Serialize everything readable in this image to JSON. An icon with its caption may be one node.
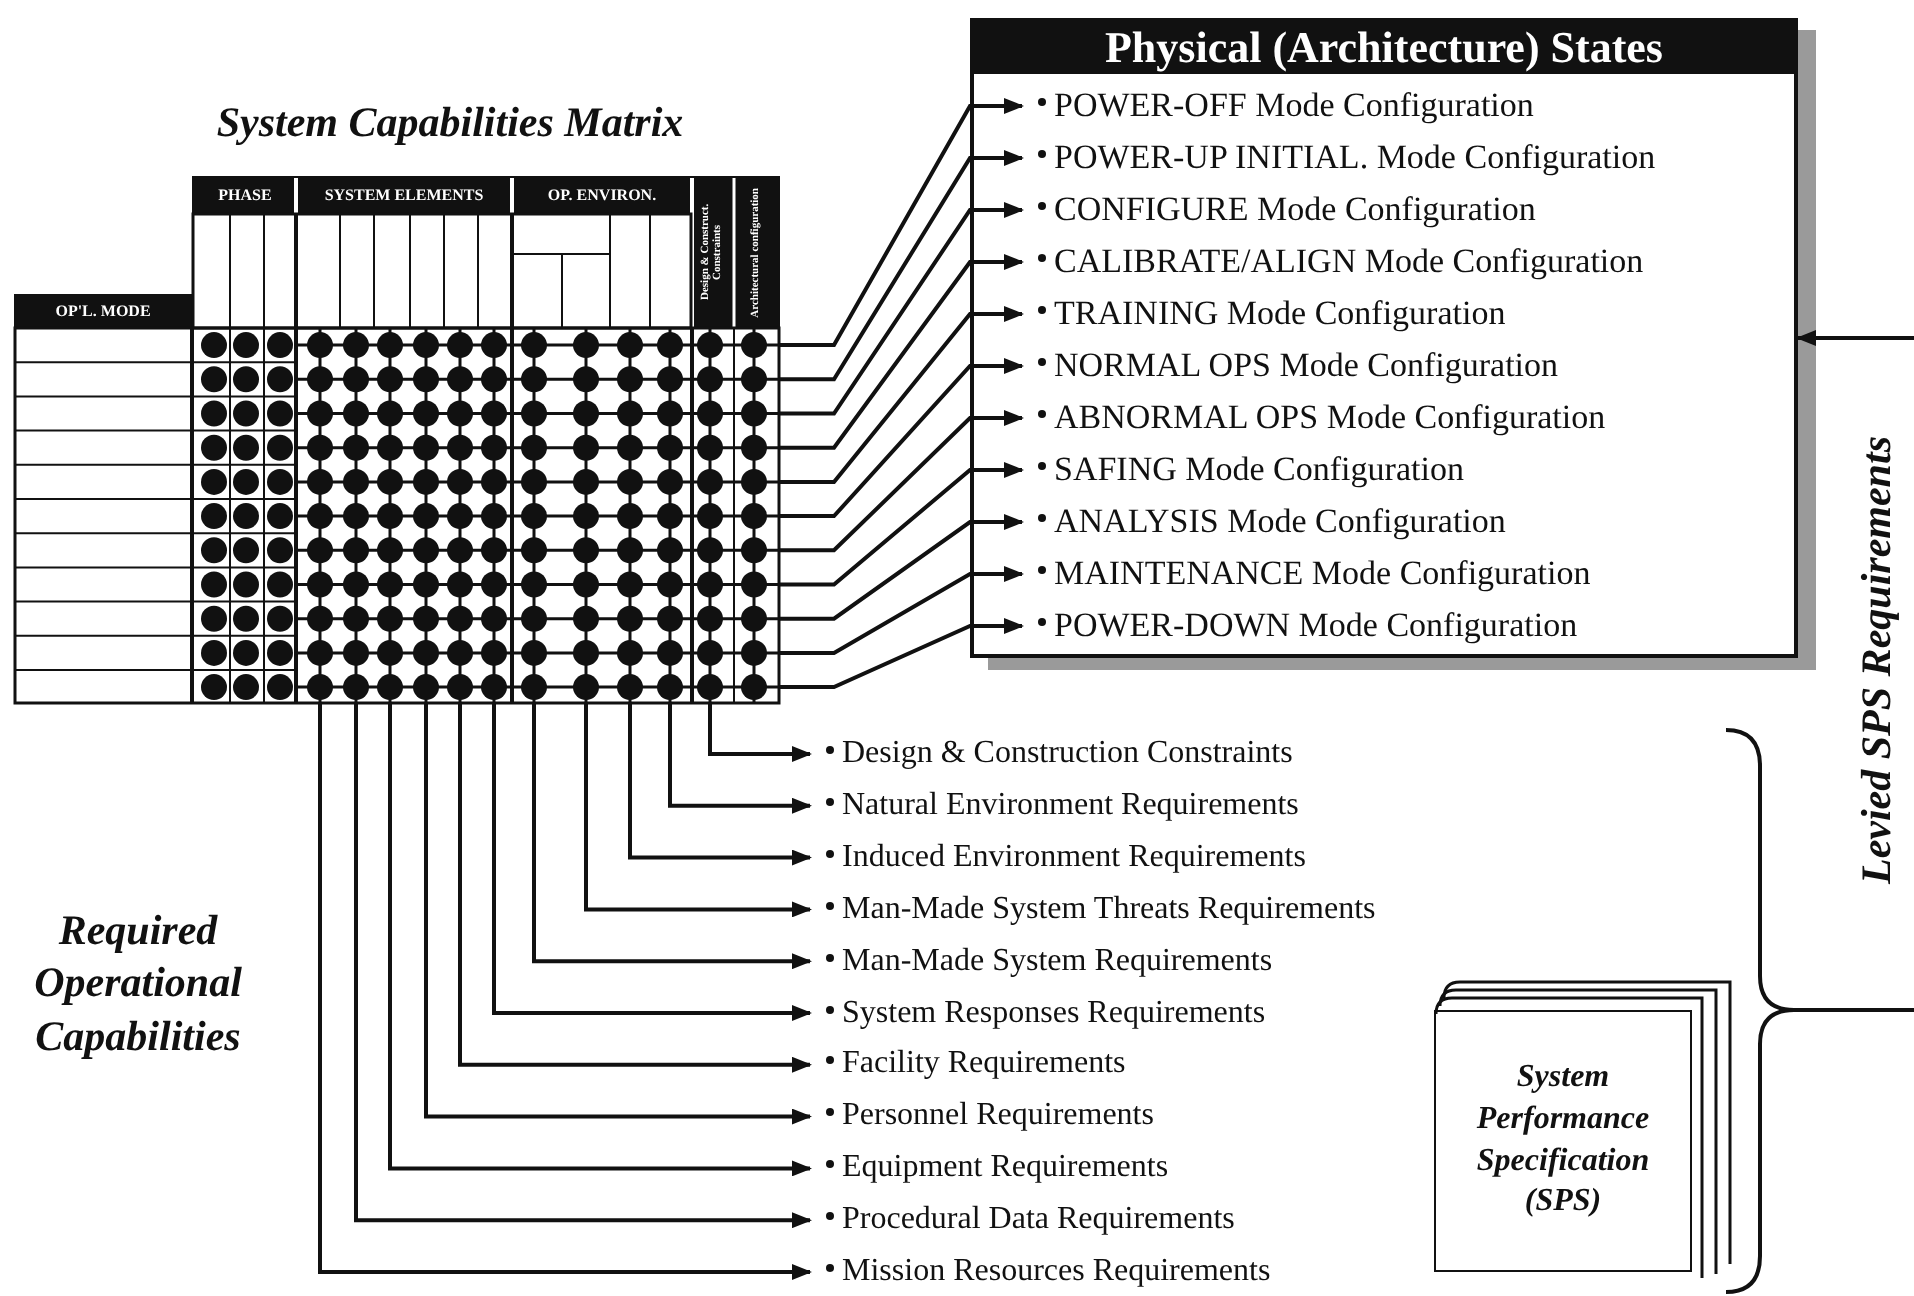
{
  "diagram": {
    "title": "System Capabilities Matrix",
    "nodes": [
      {
        "text": [
          "OP'L. MODE",
          "PHASE",
          "SYSTEM ELEMENTS",
          "OP. ENVIRON.",
          "Design & Construct. Constraints",
          "Architectural configuration"
        ]
      },
      {
        "text": [
          "Physical (Architecture) States"
        ]
      },
      {
        "text": [
          "POWER-OFF Mode Configuration"
        ],
        "in": 1
      },
      {
        "text": [
          "POWER-UP INITIAL. Mode Configuration"
        ],
        "in": 1
      },
      {
        "text": [
          "CONFIGURE Mode Configuration"
        ],
        "in": 1
      },
      {
        "text": [
          "CALIBRATE/ALIGN Mode Configuration"
        ],
        "in": 1
      },
      {
        "text": [
          "TRAINING Mode Configuration"
        ],
        "in": 1
      },
      {
        "text": [
          "NORMAL OPS Mode Configuration"
        ],
        "in": 1
      },
      {
        "text": [
          "ABNORMAL OPS Mode Configuration"
        ],
        "in": 1
      },
      {
        "text": [
          "SAFING Mode Configuration"
        ],
        "in": 1
      },
      {
        "text": [
          "ANALYSIS Mode Configuration"
        ],
        "in": 1
      },
      {
        "text": [
          "MAINTENANCE Mode Configuration"
        ],
        "in": 1
      },
      {
        "text": [
          "POWER-DOWN Mode Configuration"
        ],
        "in": 1
      },
      {
        "text": [
          "Design & Construction Constraints"
        ]
      },
      {
        "text": [
          "Natural Environment Requirements"
        ]
      },
      {
        "text": [
          "Induced Environment Requirements"
        ]
      },
      {
        "text": [
          "Man-Made System Threats Requirements"
        ]
      },
      {
        "text": [
          "Man-Made System Requirements"
        ]
      },
      {
        "text": [
          "System Responses Requirements"
        ]
      },
      {
        "text": [
          "Facility Requirements"
        ]
      },
      {
        "text": [
          "Personnel Requirements"
        ]
      },
      {
        "text": [
          "Equipment Requirements"
        ]
      },
      {
        "text": [
          "Procedural Data Requirements"
        ]
      },
      {
        "text": [
          "Mission Resources Requirements"
        ]
      },
      {
        "text": [
          "System Performance Specification (SPS)"
        ]
      }
    ],
    "edges": [
      {
        "from": 0,
        "to": 2,
        "arrow": "to"
      },
      {
        "from": 0,
        "to": 3,
        "arrow": "to"
      },
      {
        "from": 0,
        "to": 4,
        "arrow": "to"
      },
      {
        "from": 0,
        "to": 5,
        "arrow": "to"
      },
      {
        "from": 0,
        "to": 6,
        "arrow": "to"
      },
      {
        "from": 0,
        "to": 7,
        "arrow": "to"
      },
      {
        "from": 0,
        "to": 8,
        "arrow": "to"
      },
      {
        "from": 0,
        "to": 9,
        "arrow": "to"
      },
      {
        "from": 0,
        "to": 10,
        "arrow": "to"
      },
      {
        "from": 0,
        "to": 11,
        "arrow": "to"
      },
      {
        "from": 0,
        "to": 12,
        "arrow": "to"
      },
      {
        "from": 0,
        "to": 13,
        "arrow": "to"
      },
      {
        "from": 0,
        "to": 14,
        "arrow": "to"
      },
      {
        "from": 0,
        "to": 15,
        "arrow": "to"
      },
      {
        "from": 0,
        "to": 16,
        "arrow": "to"
      },
      {
        "from": 0,
        "to": 17,
        "arrow": "to"
      },
      {
        "from": 0,
        "to": 18,
        "arrow": "to"
      },
      {
        "from": 0,
        "to": 19,
        "arrow": "to"
      },
      {
        "from": 0,
        "to": 20,
        "arrow": "to"
      },
      {
        "from": 0,
        "to": 21,
        "arrow": "to"
      },
      {
        "from": 0,
        "to": 22,
        "arrow": "to"
      },
      {
        "from": 0,
        "to": 23,
        "arrow": "to"
      },
      {
        "from": null,
        "to": 1,
        "arrow": "to"
      }
    ],
    "labels": [
      "Required Operational Capabilities",
      "Levied SPS Requirements"
    ]
  }
}
